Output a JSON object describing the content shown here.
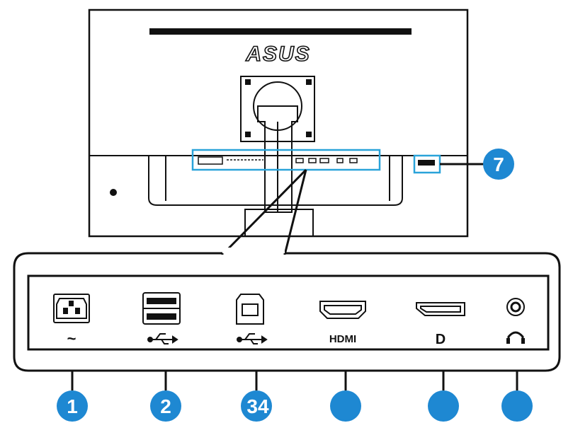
{
  "brand_logo": "ASUS",
  "ports": [
    {
      "id": "power",
      "icon": "power-socket-icon",
      "symbol": "~",
      "callout": "1"
    },
    {
      "id": "usb-a",
      "icon": "usb-a-stack-icon",
      "symbol": "usb",
      "callout": "2"
    },
    {
      "id": "usb-b",
      "icon": "usb-b-port-icon",
      "symbol": "usb",
      "callout": "34"
    },
    {
      "id": "hdmi",
      "icon": "hdmi-port-icon",
      "label": "HDMI",
      "callout": ""
    },
    {
      "id": "displayport",
      "icon": "displayport-icon",
      "symbol": "D",
      "callout": ""
    },
    {
      "id": "headphone",
      "icon": "headphone-jack-icon",
      "symbol": "headphone",
      "callout": ""
    }
  ],
  "side_callout": "7",
  "colors": {
    "line": "#111111",
    "highlight": "#2aa3d9",
    "badge": "#1e88d2",
    "background": "#ffffff"
  }
}
